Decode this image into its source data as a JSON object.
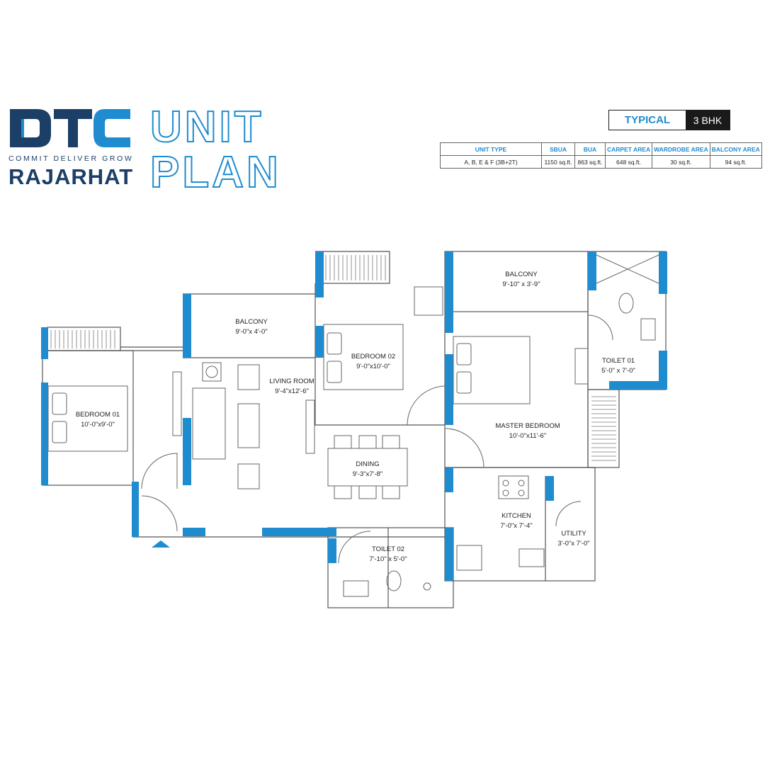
{
  "brand": {
    "logo_letters": "DTC",
    "tagline": "COMMIT  DELIVER  GROW",
    "city": "RAJARHAT",
    "primary_color": "#1b3f66",
    "accent_color": "#1f8cd0"
  },
  "title": {
    "line1": "UNIT",
    "line2": "PLAN"
  },
  "badge": {
    "label": "TYPICAL",
    "value": "3 BHK"
  },
  "area_table": {
    "headers": [
      "UNIT TYPE",
      "SBUA",
      "BUA",
      "CARPET AREA",
      "WARDROBE AREA",
      "BALCONY AREA"
    ],
    "row": [
      "A, B, E & F (3B+2T)",
      "1150 sq.ft.",
      "863 sq.ft.",
      "648 sq.ft.",
      "30 sq.ft.",
      "94 sq.ft."
    ]
  },
  "rooms": {
    "bedroom01": {
      "name": "BEDROOM 01",
      "size": "10'-0\"x9'-0\""
    },
    "balcony_living": {
      "name": "BALCONY",
      "size": "9'-0\"x 4'-0\""
    },
    "living": {
      "name": "LIVING ROOM",
      "size": "9'-4\"x12'-6\""
    },
    "bedroom02": {
      "name": "BEDROOM 02",
      "size": "9'-0\"x10'-0\""
    },
    "balcony_master": {
      "name": "BALCONY",
      "size": "9'-10\" x 3'-9\""
    },
    "toilet01": {
      "name": "TOILET 01",
      "size": "5'-0\" x 7'-0\""
    },
    "master": {
      "name": "MASTER BEDROOM",
      "size": "10'-0\"x11'-6\""
    },
    "dining": {
      "name": "DINING",
      "size": "9'-3\"x7'-8\""
    },
    "kitchen": {
      "name": "KITCHEN",
      "size": "7'-0\"x 7'-4\""
    },
    "utility": {
      "name": "UTILITY",
      "size": "3'-0\"x 7'-0\""
    },
    "toilet02": {
      "name": "TOILET 02",
      "size": "7'-10\" x 5'-0\""
    }
  },
  "colors": {
    "wall_accent": "#1f8cd0",
    "wall_line": "#555555"
  }
}
